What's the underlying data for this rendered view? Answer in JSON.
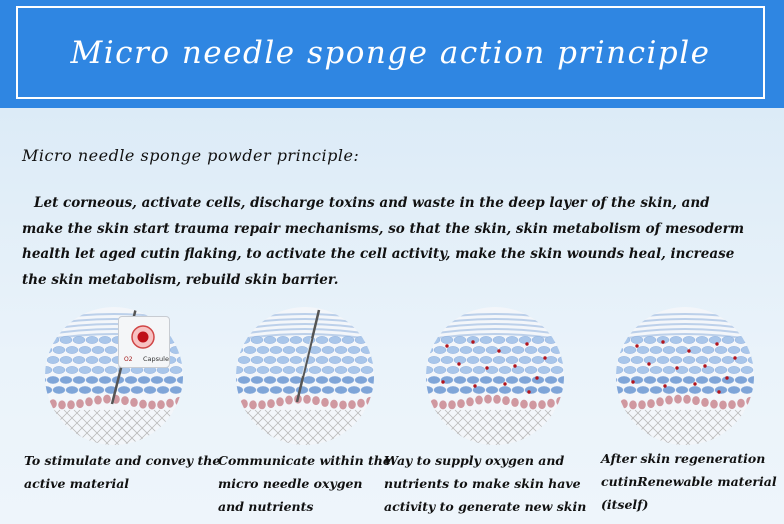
{
  "banner": {
    "title": "Micro needle sponge action principle"
  },
  "section": {
    "subheading": "Micro needle sponge powder principle:",
    "paragraph": "Let corneous, activate cells, discharge toxins and waste in the deep layer of the skin, and make the skin start trauma repair mechanisms, so that the skin, skin metabolism of mesoderm health let aged cutin flaking, to activate the cell activity, make the skin wounds heal, increase the skin metabolism, rebuild skin barrier."
  },
  "steps": [
    {
      "lines": [
        "To stimulate and convey the",
        "active material"
      ],
      "inset_label": "Capsule"
    },
    {
      "lines": [
        "Communicate within the",
        "micro needle oxygen",
        "and nutrients"
      ]
    },
    {
      "lines": [
        "Way to supply oxygen and",
        "nutrients to make skin have",
        "activity to generate new skin"
      ]
    },
    {
      "lines": [
        "After skin regeneration",
        "cutinRenewable material",
        "(itself)"
      ]
    }
  ],
  "colors": {
    "banner": "#2f86e2",
    "cell": "#a9c6ea",
    "cell_dark": "#7fa5d8",
    "dermis": "#c9878f",
    "red_dot": "#b2141c"
  }
}
